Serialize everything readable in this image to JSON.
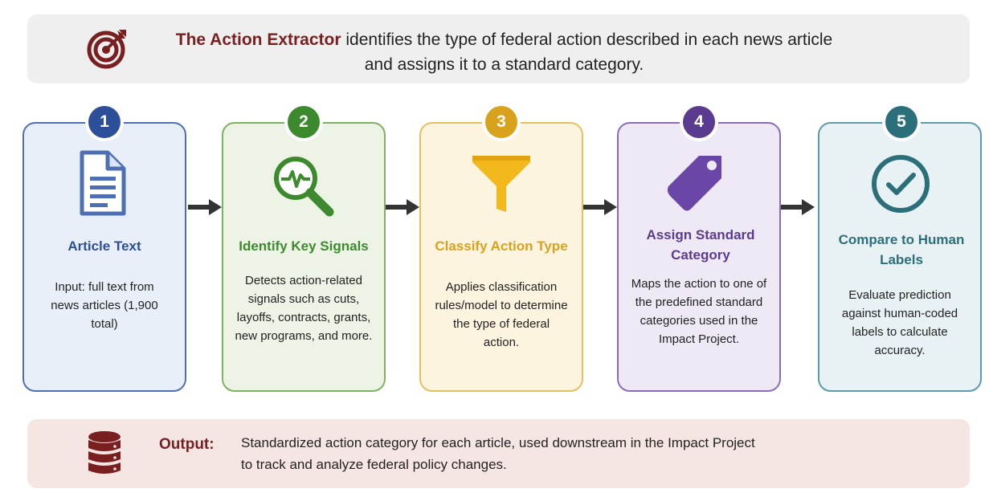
{
  "header": {
    "brand": "The Action Extractor",
    "line1_rest": " identifies the type of federal action described in each news article",
    "line2": "and assigns it to a standard category."
  },
  "steps": [
    {
      "number": "1",
      "title": "Article Text",
      "description": "Input: full text from news articles (1,900 total)",
      "icon": "document-icon",
      "color": "#2d4f9a"
    },
    {
      "number": "2",
      "title": "Identify Key Signals",
      "description": "Detects action-related signals such as cuts, layoffs, contracts, grants, new programs, and more.",
      "icon": "magnifier-pulse-icon",
      "color": "#3d8a2e"
    },
    {
      "number": "3",
      "title": "Classify Action Type",
      "description": "Applies classification rules/model to determine the type of federal action.",
      "icon": "funnel-icon",
      "color": "#d9a21c"
    },
    {
      "number": "4",
      "title": "Assign Standard Category",
      "description": "Maps the action to one of the predefined standard categories used in the Impact Project.",
      "icon": "tag-icon",
      "color": "#5a3b8f"
    },
    {
      "number": "5",
      "title": "Compare to Human Labels",
      "description": "Evaluate prediction against human-coded labels to calculate accuracy.",
      "icon": "checkmark-circle-icon",
      "color": "#2b6f7b"
    }
  ],
  "output": {
    "label": "Output:",
    "line1": "Standardized action category for each article, used downstream in the Impact Project",
    "line2": "to track and analyze federal policy changes."
  },
  "colors": {
    "brand": "#7a1f1f",
    "step1": "#2d4f9a",
    "step2": "#3d8a2e",
    "step3": "#d9a21c",
    "step4": "#5a3b8f",
    "step5": "#2b6f7b"
  }
}
